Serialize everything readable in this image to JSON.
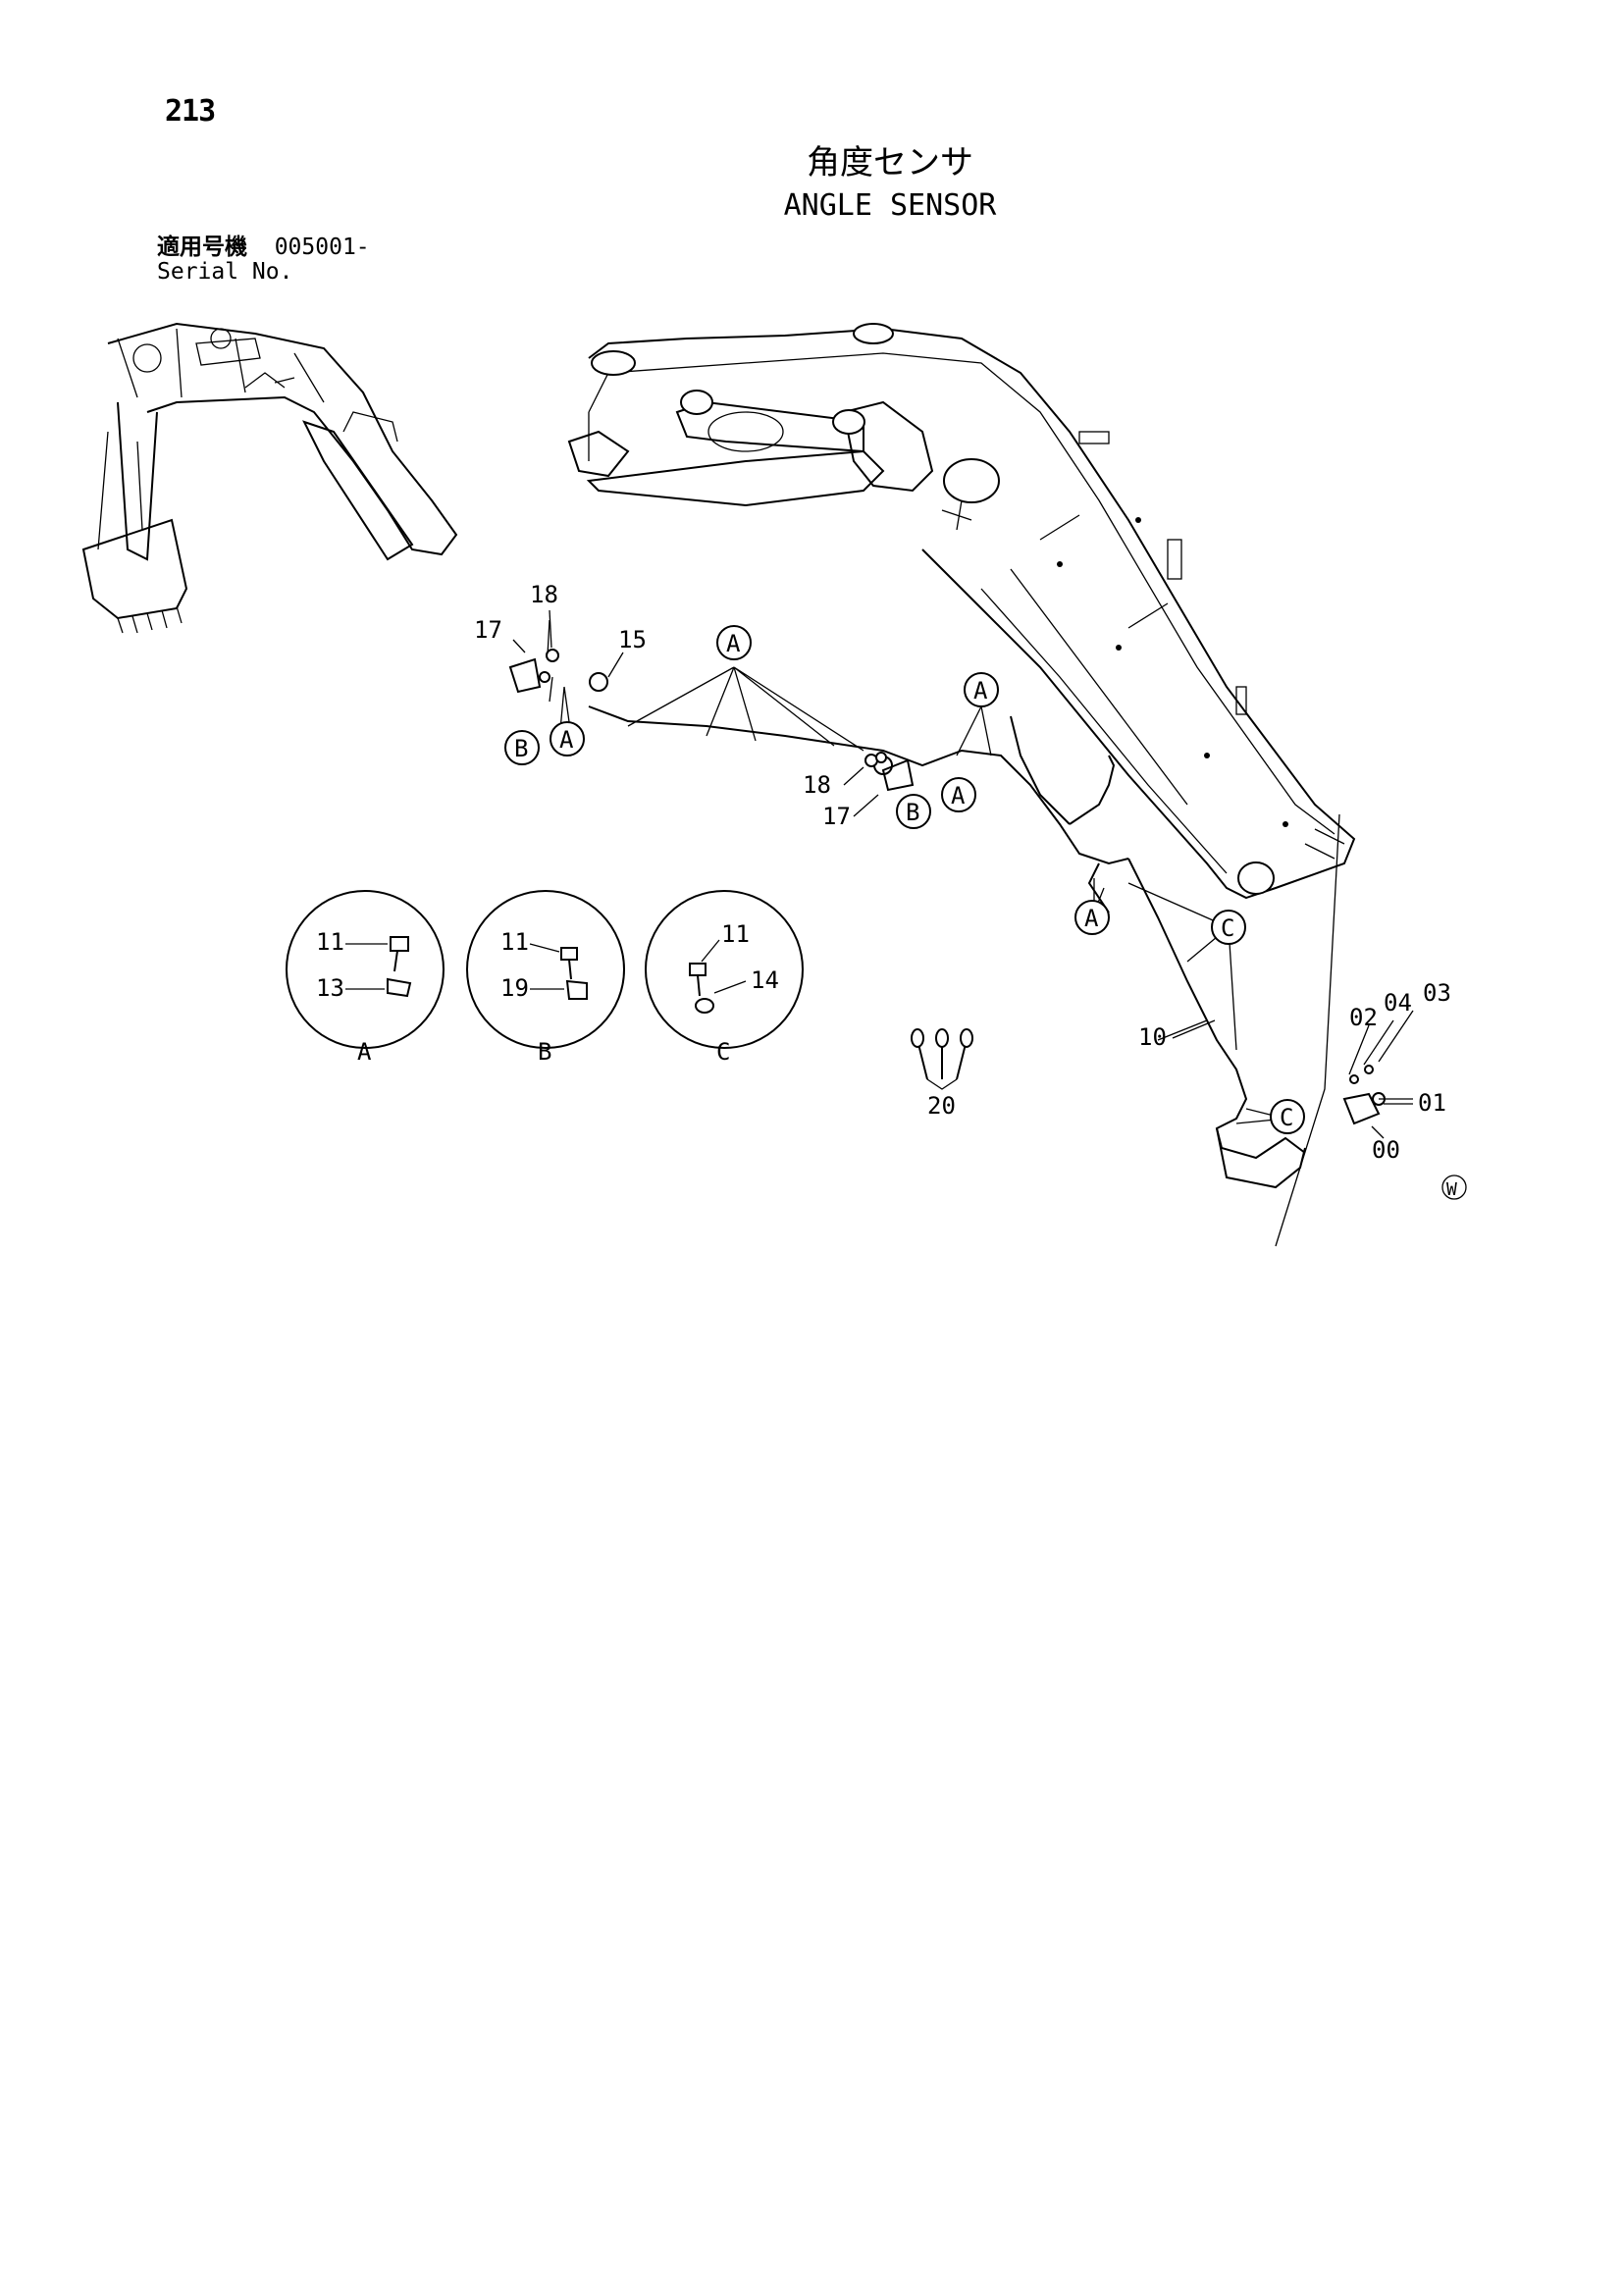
{
  "page_number": "213",
  "title_jp": "角度センサ",
  "title_en": "ANGLE SENSOR",
  "serial_label_jp": "適用号機",
  "serial_value": "005001-",
  "serial_label_en": "Serial No.",
  "callouts": {
    "c17a": "17",
    "c18a": "18",
    "c15": "15",
    "c18b": "18",
    "c17b": "17",
    "c10": "10",
    "c20": "20",
    "c02": "02",
    "c04": "04",
    "c03": "03",
    "c01": "01",
    "c00": "00"
  },
  "markers": {
    "a_top": "A",
    "a_left": "A",
    "b_left": "B",
    "a_mid": "A",
    "b_mid": "B",
    "a_right_top": "A",
    "a_lower": "A",
    "c_right": "C",
    "c_bottom": "C"
  },
  "details": [
    {
      "caption": "A",
      "upper_part": "11",
      "lower_part": "13"
    },
    {
      "caption": "B",
      "upper_part": "11",
      "lower_part": "19"
    },
    {
      "caption": "C",
      "upper_part": "11",
      "lower_part": "14"
    }
  ],
  "corner_mark": "W"
}
